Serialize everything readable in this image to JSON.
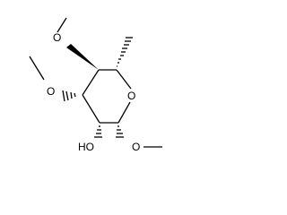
{
  "molecule": {
    "line_color": "#000000",
    "background_color": "#ffffff",
    "atom_labels": {
      "ring_oxygen": "O",
      "hydroxyl": "HO",
      "methoxy_c1_oxygen": "O",
      "methoxy_c3_oxygen": "O",
      "methoxy_c4_oxygen": "O"
    }
  }
}
